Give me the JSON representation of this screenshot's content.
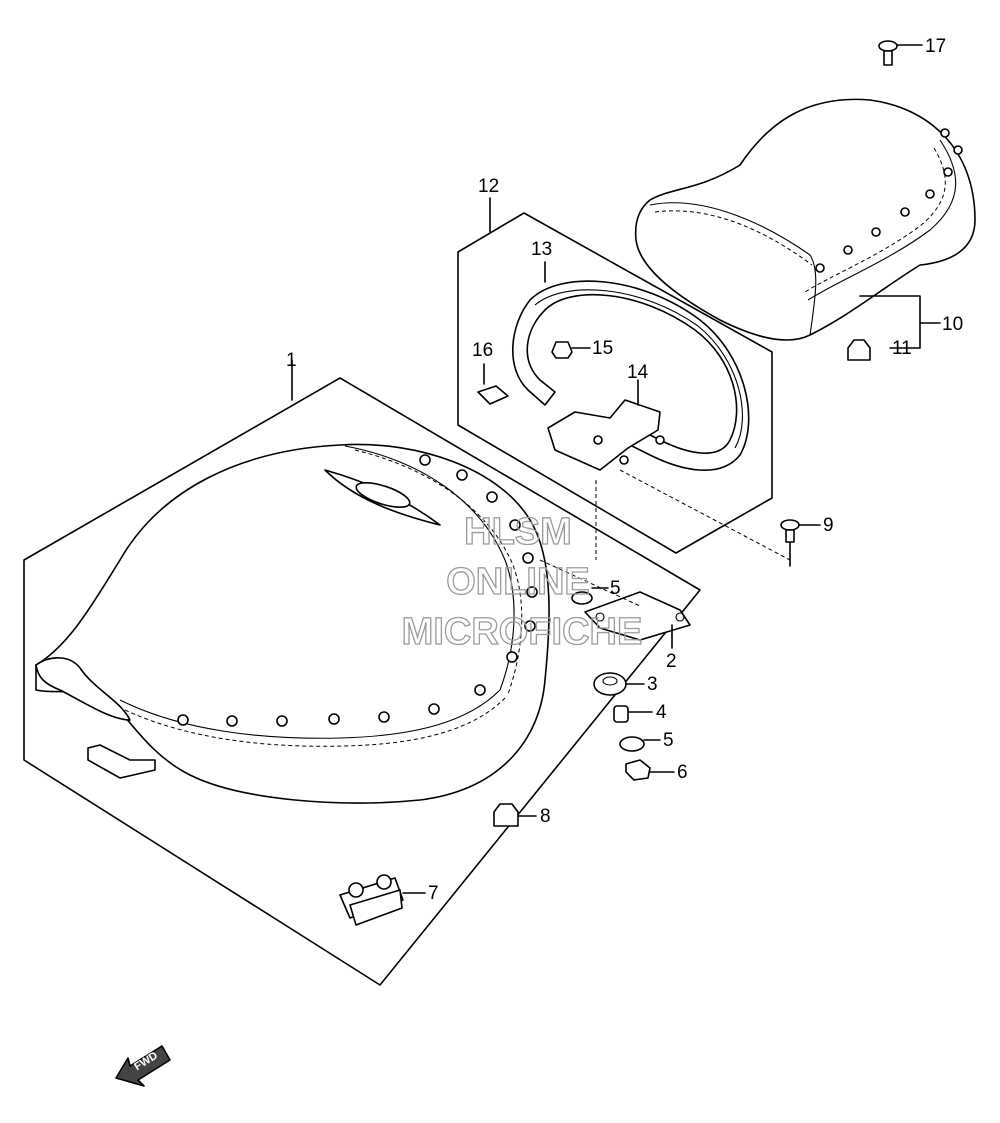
{
  "watermark": {
    "line1": "HLSM",
    "line2": "ONLINE",
    "line3": "MICROFICHE"
  },
  "callouts": {
    "p1": "1",
    "p2": "2",
    "p3": "3",
    "p4": "4",
    "p5a": "5",
    "p5b": "5",
    "p6": "6",
    "p7": "7",
    "p8": "8",
    "p9": "9",
    "p10": "10",
    "p11": "11",
    "p12": "12",
    "p13": "13",
    "p14": "14",
    "p15": "15",
    "p16": "16",
    "p17": "17"
  },
  "direction_arrow": {
    "label": "FWD"
  }
}
